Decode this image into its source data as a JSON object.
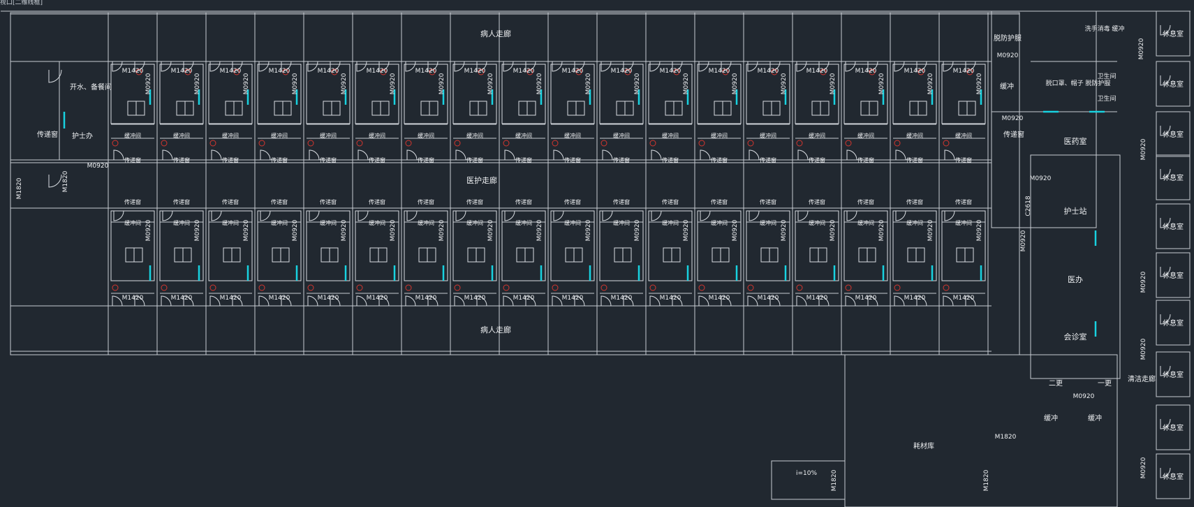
{
  "window": {
    "tab_label": "视口[二维线框]"
  },
  "rooms": {
    "patient_corridor": "病人走廊",
    "medical_corridor": "医护走廊",
    "pass_window": "传递窗",
    "buffer_room": "缓冲间",
    "nurse_office": "护士办",
    "water_room": "开水、备餐间",
    "ppe_doff": "脱防护服",
    "mask_off": "脱口罩、帽子 脱防护服",
    "hand_wash": "洗手消毒 缓冲",
    "toilet": "卫生间",
    "buffer": "缓冲",
    "pharmacy": "医药室",
    "nurse_station": "护士站",
    "doctor_office": "医办",
    "consult_room": "会诊室",
    "change2": "二更",
    "change1": "一更",
    "clean_corridor": "清洁走廊",
    "rest_room": "休息室",
    "supply_store": "耗材库",
    "ramp": "i=10%"
  },
  "doors": {
    "m1420": "M1420",
    "m0920": "M0920",
    "m1820": "M1820",
    "c2618": "C2618"
  }
}
